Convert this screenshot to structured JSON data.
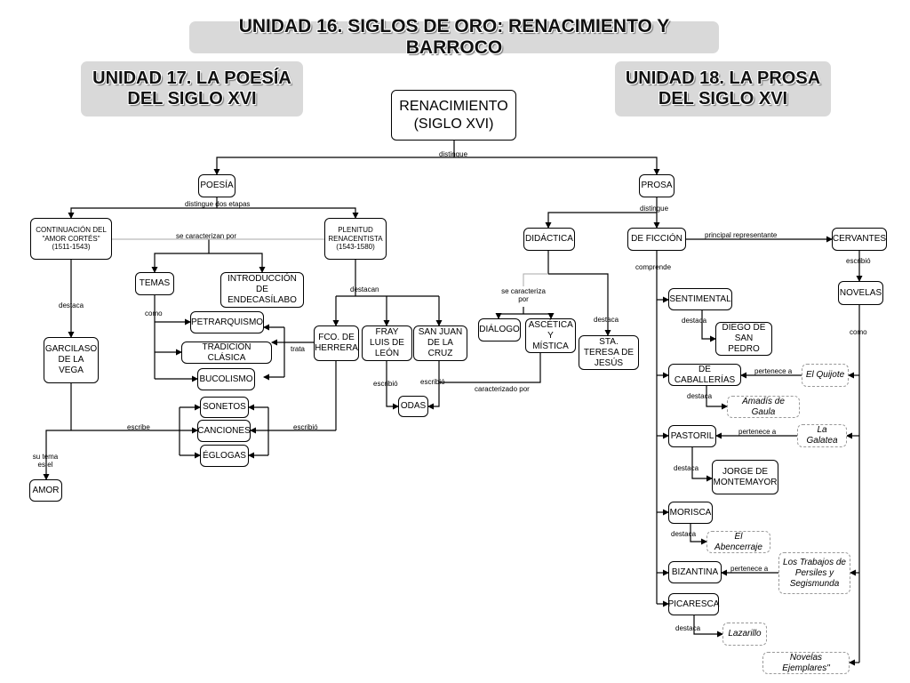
{
  "banners": {
    "u16": "UNIDAD 16. SIGLOS DE ORO: RENACIMIENTO Y BARROCO",
    "u17": "UNIDAD 17. LA POESÍA DEL SIGLO XVI",
    "u18": "UNIDAD 18. LA PROSA DEL SIGLO XVI"
  },
  "nodes": {
    "renacimiento": "RENACIMIENTO (SIGLO XVI)",
    "poesia": "POESÍA",
    "prosa": "PROSA",
    "continuacion": "CONTINUACIÓN DEL \"AMOR CORTÉS\" (1511-1543)",
    "plenitud": "PLENITUD RENACENTISTA (1543-1580)",
    "temas": "TEMAS",
    "endecasilabo": "INTRODUCCIÓN DE ENDECASÍLABO",
    "petrarquismo": "PETRARQUISMO",
    "tradicion": "TRADICIÓN CLÁSICA",
    "bucolismo": "BUCOLISMO",
    "garcilaso": "GARCILASO DE LA VEGA",
    "herrera": "FCO. DE HERRERA",
    "fray_luis": "FRAY LUIS DE LEÓN",
    "san_juan": "SAN JUAN DE LA CRUZ",
    "sonetos": "SONETOS",
    "canciones": "CANCIONES",
    "eglogas": "ÉGLOGAS",
    "odas": "ODAS",
    "amor": "AMOR",
    "didactica": "DIDÁCTICA",
    "dialogo": "DIÁLOGO",
    "ascetica": "ASCÉTICA Y MÍSTICA",
    "teresa": "STA. TERESA DE JESÚS",
    "ficcion": "DE FICCIÓN",
    "cervantes": "CERVANTES",
    "novelas": "NOVELAS",
    "sentimental": "SENTIMENTAL",
    "diego": "DIEGO DE SAN PEDRO",
    "caballerias": "DE CABALLERÍAS",
    "quijote": "El Quijote",
    "amadis": "Amadís de Gaula",
    "pastoril": "PASTORIL",
    "galatea": "La Galatea",
    "jorge": "JORGE DE MONTEMAYOR",
    "morisca": "MORISCA",
    "abencerraje": "El Abencerraje",
    "bizantina": "BIZANTINA",
    "persiles": "Los Trabajos de Persiles y Segismunda",
    "picaresca": "PICARESCA",
    "lazarillo": "Lazarillo",
    "ejemplares": "Novelas Ejemplares\""
  },
  "labels": {
    "distingue": "distingue",
    "distingue_etapas": "distingue dos etapas",
    "se_caracterizan": "se caracterizan por",
    "destaca_garcilaso": "destaca",
    "como_temas": "como",
    "destacan": "destacan",
    "trata": "trata",
    "escribio_fray": "escribió",
    "escribio_sanjuan": "escribió",
    "escribe": "escribe",
    "escribio_herrera": "escribió",
    "su_tema": "su tema es el",
    "distingue_prosa": "distingue",
    "se_caracteriza": "se caracteriza por",
    "destaca_teresa": "destaca",
    "caracterizado": "caracterizado por",
    "principal": "principal representante",
    "escribio_cervantes": "escribió",
    "comprende": "comprende",
    "como_novelas": "como",
    "destaca_diego": "destaca",
    "pertenece_quijote": "pertenece a",
    "destaca_amadis": "destaca",
    "pertenece_galatea": "pertenece a",
    "destaca_jorge": "destaca",
    "destaca_abencerraje": "destaca",
    "pertenece_persiles": "pertenece a",
    "destaca_lazarillo": "destaca"
  }
}
